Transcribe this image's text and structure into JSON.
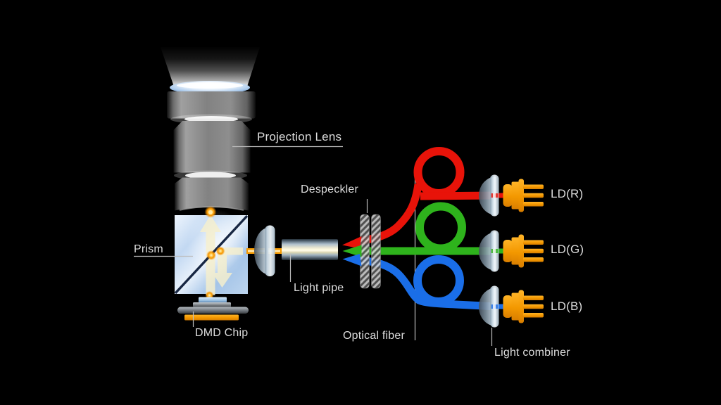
{
  "diagram": {
    "labels": {
      "projection_lens": "Projection Lens",
      "prism": "Prism",
      "despeckler": "Despeckler",
      "light_pipe": "Light pipe",
      "dmd_chip": "DMD Chip",
      "optical_fiber": "Optical fiber",
      "light_combiner": "Light combiner",
      "ld_r": "LD(R)",
      "ld_g": "LD(G)",
      "ld_b": "LD(B)"
    }
  },
  "colors": {
    "background": "#000000",
    "label-text": "#dcdcdc",
    "label-line": "#bdbdbd",
    "fiber-red": "#e81309",
    "fiber-green": "#2eb31c",
    "fiber-blue": "#1a6ee8",
    "laser-orange": "#f39800",
    "beam-cream": "#f7f0cd"
  }
}
